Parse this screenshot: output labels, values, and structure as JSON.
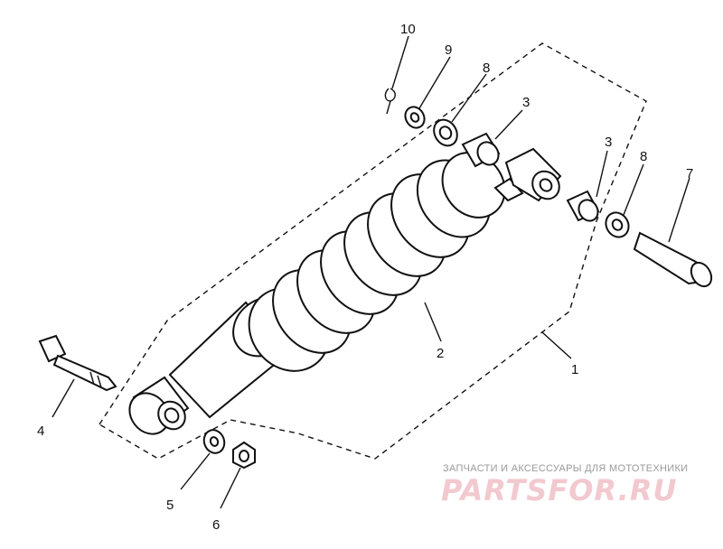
{
  "callouts": {
    "c1": "1",
    "c2": "2",
    "c3a": "3",
    "c3b": "3",
    "c4": "4",
    "c5": "5",
    "c6": "6",
    "c7": "7",
    "c8a": "8",
    "c8b": "8",
    "c9": "9",
    "c10": "10"
  },
  "watermark": {
    "tagline": "ЗАПЧАСТИ И АКСЕССУАРЫ ДЛЯ МОТОТЕХНИКИ",
    "logo": "PARTSFOR.RU"
  }
}
